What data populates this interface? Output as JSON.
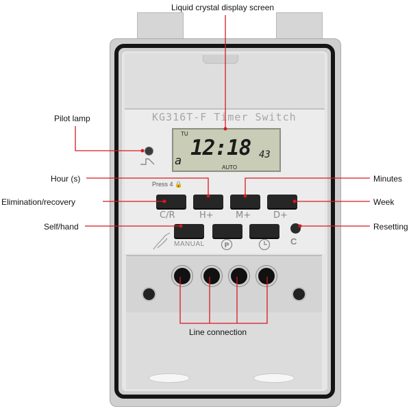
{
  "device": {
    "title": "KG316T-F  Timer Switch",
    "lcd": {
      "day": "TU",
      "time": "12:18",
      "seconds": "43",
      "program": "a",
      "mode": "AUTO"
    },
    "lock_label": "Press 4 🔒",
    "buttons": [
      {
        "key": "cr",
        "label": "C/R"
      },
      {
        "key": "h",
        "label": "H+"
      },
      {
        "key": "m",
        "label": "M+"
      },
      {
        "key": "d",
        "label": "D+"
      }
    ],
    "manual_label": "MANUAL",
    "program_icon": "P",
    "clock_icon": "clock-icon",
    "reset_label": "C"
  },
  "callouts": {
    "lcd": "Liquid crystal display screen",
    "pilot": "Pilot lamp",
    "hour": "Hour (s)",
    "minutes": "Minutes",
    "elimination": "Elimination/recovery",
    "week": "Week",
    "self_hand": "Self/hand",
    "resetting": "Resetting",
    "line": "Line connection"
  },
  "colors": {
    "callout_line": "#d71920",
    "button": "#262626",
    "housing": "#cfcfcf",
    "gasket": "#151515"
  }
}
